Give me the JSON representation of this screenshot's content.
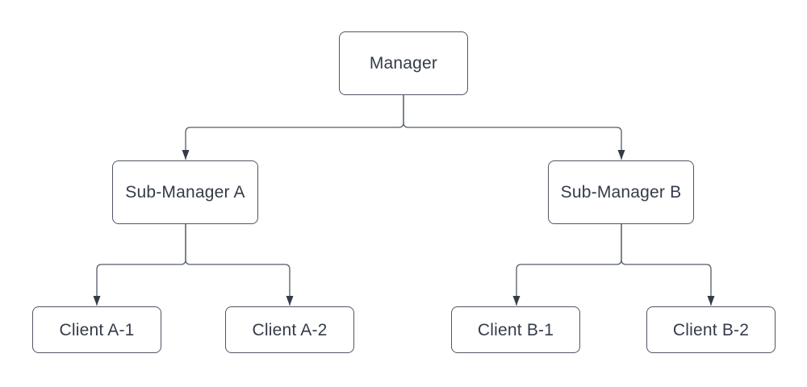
{
  "diagram": {
    "type": "org-chart-tree",
    "background_color": "#ffffff",
    "colors": {
      "node_fill": "#ffffff",
      "node_border": "#4f5662",
      "connector_line": "#545c68",
      "arrowhead_fill": "#333b47",
      "label_text": "#343b48"
    },
    "nodes": [
      {
        "id": "manager",
        "label": "Manager"
      },
      {
        "id": "sub-manager-a",
        "label": "Sub-Manager A"
      },
      {
        "id": "sub-manager-b",
        "label": "Sub-Manager B"
      },
      {
        "id": "client-a1",
        "label": "Client A-1"
      },
      {
        "id": "client-a2",
        "label": "Client A-2"
      },
      {
        "id": "client-b1",
        "label": "Client B-1"
      },
      {
        "id": "client-b2",
        "label": "Client B-2"
      }
    ],
    "edges": [
      {
        "from": "Manager",
        "to": "Sub-Manager A",
        "arrow": "filled-triangle"
      },
      {
        "from": "Manager",
        "to": "Sub-Manager B",
        "arrow": "filled-triangle"
      },
      {
        "from": "Sub-Manager A",
        "to": "Client A-1",
        "arrow": "filled-triangle"
      },
      {
        "from": "Sub-Manager A",
        "to": "Client A-2",
        "arrow": "filled-triangle"
      },
      {
        "from": "Sub-Manager B",
        "to": "Client B-1",
        "arrow": "filled-triangle"
      },
      {
        "from": "Sub-Manager B",
        "to": "Client B-2",
        "arrow": "filled-triangle"
      }
    ]
  }
}
